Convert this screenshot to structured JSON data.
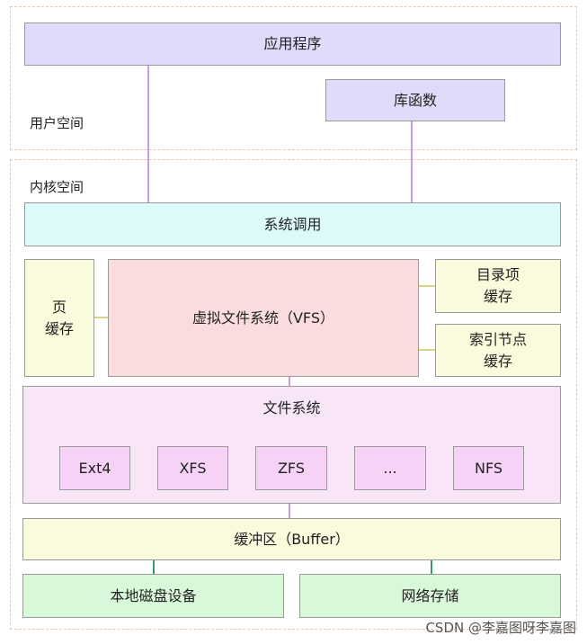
{
  "regions": {
    "user_space": "用户空间",
    "kernel_space": "内核空间"
  },
  "boxes": {
    "application": "应用程序",
    "library": "库函数",
    "syscall": "系统调用",
    "page_cache": "页\n缓存",
    "vfs": "虚拟文件系统（VFS）",
    "dentry_cache": "目录项\n缓存",
    "inode_cache": "索引节点\n缓存",
    "filesystem": "文件系统",
    "fs_types": [
      "Ext4",
      "XFS",
      "ZFS",
      "...",
      "NFS"
    ],
    "buffer": "缓冲区（Buffer）",
    "local_disk": "本地磁盘设备",
    "network_storage": "网络存储"
  },
  "watermark": "CSDN @李嘉图呀李嘉图",
  "colors": {
    "region_border": "#f3c79a",
    "user_box": "#dedcf8",
    "syscall_box": "#dcfafa",
    "vfs_box": "#fadcdc",
    "cache_box": "#fafadc",
    "filesystem_box": "#f8e6f8",
    "fs_type_box": "#f7d2f7",
    "storage_box": "#d9f7d9",
    "purple_connector": "#c79be6",
    "yellow_connector": "#d8d480",
    "green_connector": "#3a9a63"
  }
}
